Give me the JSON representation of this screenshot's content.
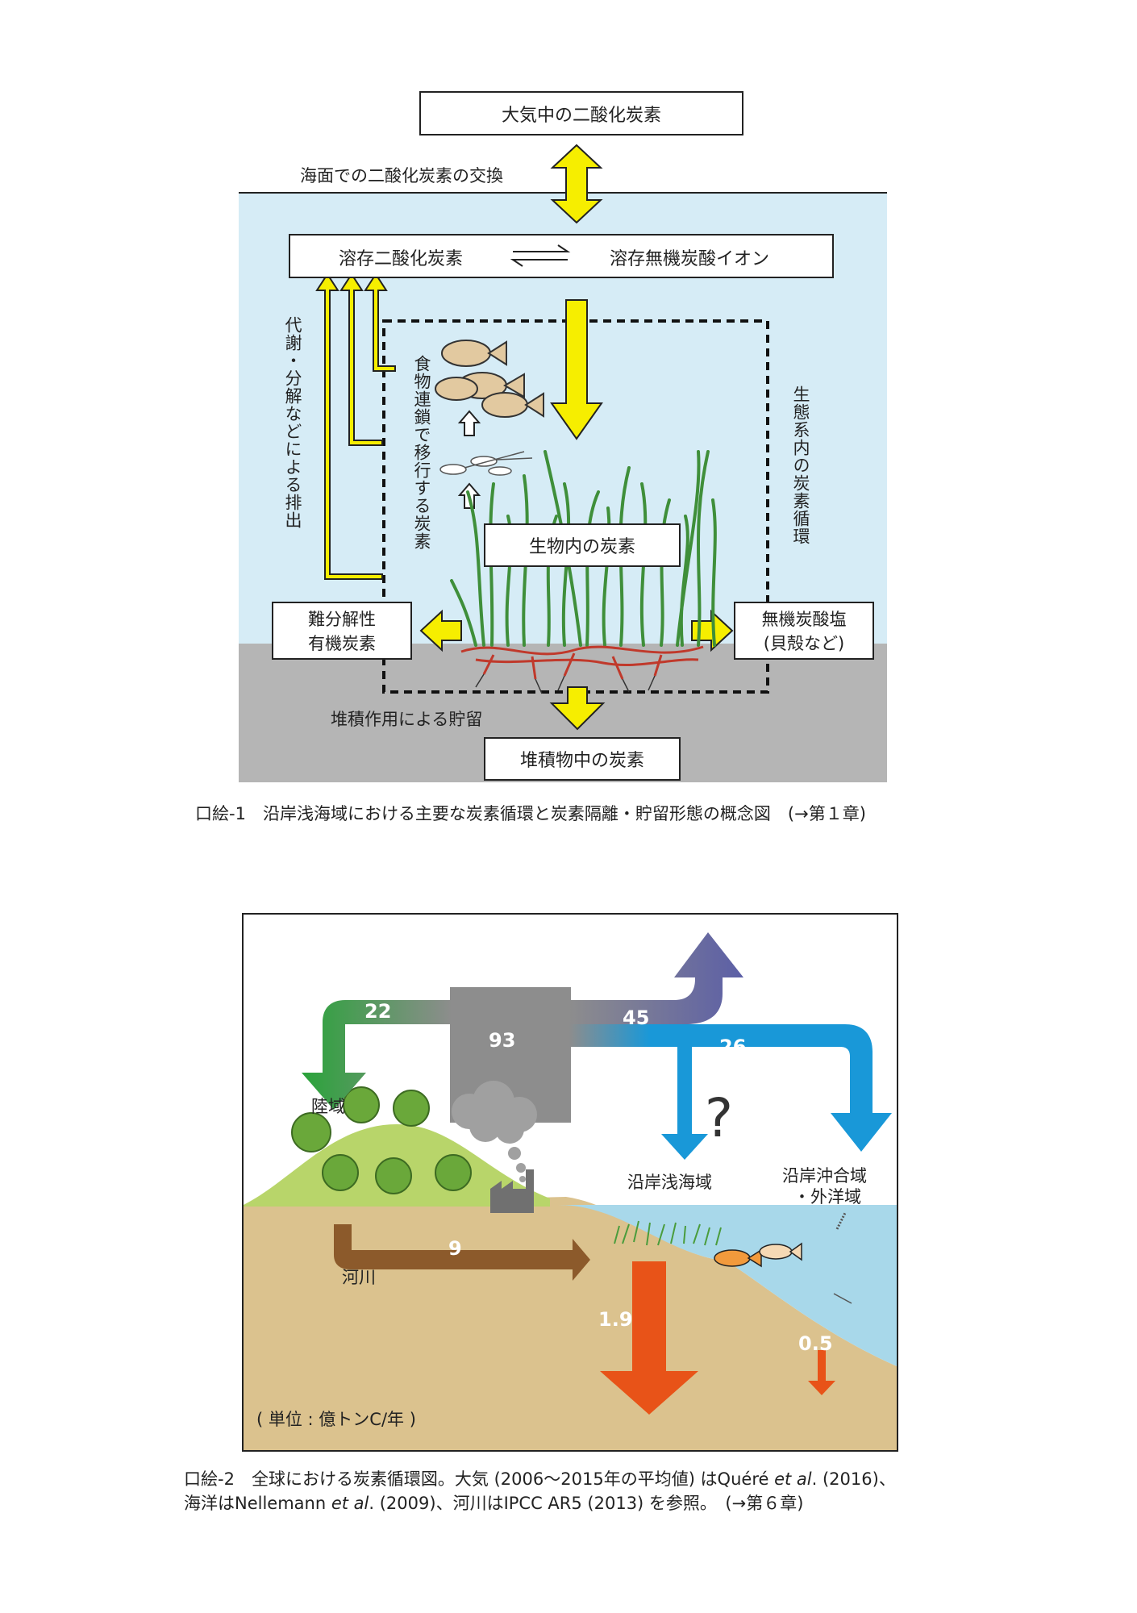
{
  "fig1": {
    "atm_co2": "大気中の二酸化炭素",
    "sea_exchange": "海面での二酸化炭素の交換",
    "dissolved_co2": "溶存二酸化炭素",
    "dissolved_ion": "溶存無機炭酸イオン",
    "metabolism": "代謝・分解などによる排出",
    "food_chain": "食物連鎖で移行する炭素",
    "ecosystem_cycle": "生態系内の炭素循環",
    "bio_carbon": "生物内の炭素",
    "refractory_1": "難分解性",
    "refractory_2": "有機炭素",
    "inorganic_1": "無機炭酸塩",
    "inorganic_2": "(貝殻など)",
    "sediment_storage": "堆積作用による貯留",
    "sediment_carbon": "堆積物中の炭素",
    "caption": "口絵-1　沿岸浅海域における主要な炭素循環と炭素隔離・貯留形態の概念図　(→第１章)"
  },
  "fig2": {
    "v22": "22",
    "v93": "93",
    "v45": "45",
    "v26": "26",
    "v9": "9",
    "v19": "1.9",
    "v05": "0.5",
    "question": "?",
    "land": "陸域",
    "coastal": "沿岸浅海域",
    "offshore_1": "沿岸沖合域",
    "offshore_2": "・外洋域",
    "river": "河川",
    "unit": "( 単位 : 億トンC/年 )",
    "caption_l1_a": "口絵-2　全球における炭素循環図。大気 (2006〜2015年の平均値) はQuéré ",
    "caption_l1_i": "et al",
    "caption_l1_b": ". (2016)、",
    "caption_l2_a": "海洋はNellemann ",
    "caption_l2_i": "et al",
    "caption_l2_b": ". (2009)、河川はIPCC AR5 (2013) を参照。　(→第６章)"
  },
  "colors": {
    "water": "#d6ecf6",
    "sediment": "#b5b5b5",
    "yellow": "#f6ee00",
    "green": "#2aa33a",
    "gray": "#8d8d8d",
    "purple": "#5c5fa6",
    "blue": "#1998d8",
    "brown": "#8c5a2b",
    "orange": "#e85318",
    "soil": "#dbc28e",
    "sea": "#a8d8ea"
  }
}
